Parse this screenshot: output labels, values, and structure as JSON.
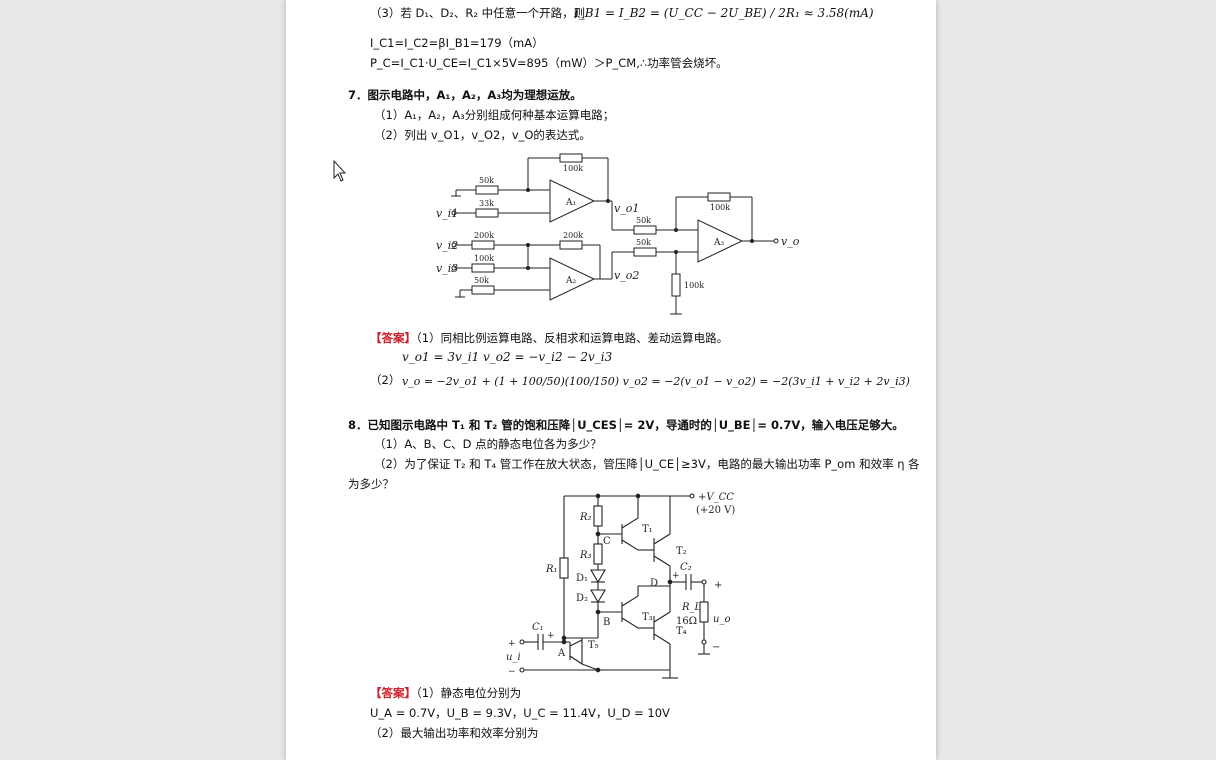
{
  "lines": {
    "l1": "（3）若 D₁、D₂、R₂ 中任意一个开路，则",
    "l1_formula": "I_B1 = I_B2 = (U_CC − 2U_BE) / 2R₁ ≈ 3.58(mA)",
    "l2": "I_C1=I_C2=βI_B1=179（mA）",
    "l3": "P_C=I_C1·U_CE=I_C1×5V=895（mW）＞P_CM,∴功率管会烧坏。",
    "q7_title": "7．图示电路中，A₁，A₂，A₃均为理想运放。",
    "q7_s1": "（1）A₁，A₂，A₃分别组成何种基本运算电路；",
    "q7_s2": "（2）列出 v_O1，v_O2，v_O的表达式。",
    "ans_tag": "【答案】",
    "q7_ans1": "（1）同相比例运算电路、反相求和运算电路、差动运算电路。",
    "q7_ans_eq1": "v_o1 = 3v_i1        v_o2 = −v_i2 − 2v_i3",
    "q7_ans2_label": "（2）",
    "q7_ans_eq2": "v_o = −2v_o1 + (1 + 100/50)(100/150) v_o2 = −2(v_o1 − v_o2) = −2(3v_i1 + v_i2 + 2v_i3)",
    "q8_title": "8．已知图示电路中 T₁ 和 T₂ 管的饱和压降│U_CES│= 2V，导通时的│U_BE│= 0.7V，输入电压足够大。",
    "q8_s1": "（1）A、B、C、D 点的静态电位各为多少？",
    "q8_s2": "（2）为了保证 T₂ 和 T₄ 管工作在放大状态，管压降│U_CE│≥3V，电路的最大输出功率 P_om 和效率 η 各",
    "q8_s2b": "为多少？",
    "q8_ans1": "（1）静态电位分别为",
    "q8_ans_vals": "U_A = 0.7V，U_B = 9.3V，U_C = 11.4V，U_D = 10V",
    "q8_ans2": "（2）最大输出功率和效率分别为"
  },
  "circuit1_labels": {
    "r1": "100k",
    "r2": "50k",
    "r3": "33k",
    "r4": "200k",
    "r5": "200k",
    "r6": "100k",
    "r7": "50k",
    "r8": "50k",
    "r9": "50k",
    "r10": "100k",
    "r11": "100k",
    "a1": "A₁",
    "a2": "A₂",
    "a3": "A₃",
    "vi1": "v_i1",
    "vi2": "v_i2",
    "vi3": "v_i3",
    "vo1": "v_o1",
    "vo2": "v_o2",
    "vo": "v_o"
  },
  "circuit2_labels": {
    "vcc": "+V_CC",
    "vcc_val": "(+20 V)",
    "r1": "R₁",
    "r2": "R₂",
    "r3": "R₃",
    "c1": "C₁",
    "c2": "C₂",
    "d1": "D₁",
    "d2": "D₂",
    "t1": "T₁",
    "t2": "T₂",
    "t3": "T₃",
    "t4": "T₄",
    "t5": "T₅",
    "nA": "A",
    "nB": "B",
    "nC": "C",
    "nD": "D",
    "rl": "R_L",
    "rl_val": "16Ω",
    "ui": "u_i",
    "uo": "u_o",
    "plus": "+",
    "minus": "−"
  }
}
